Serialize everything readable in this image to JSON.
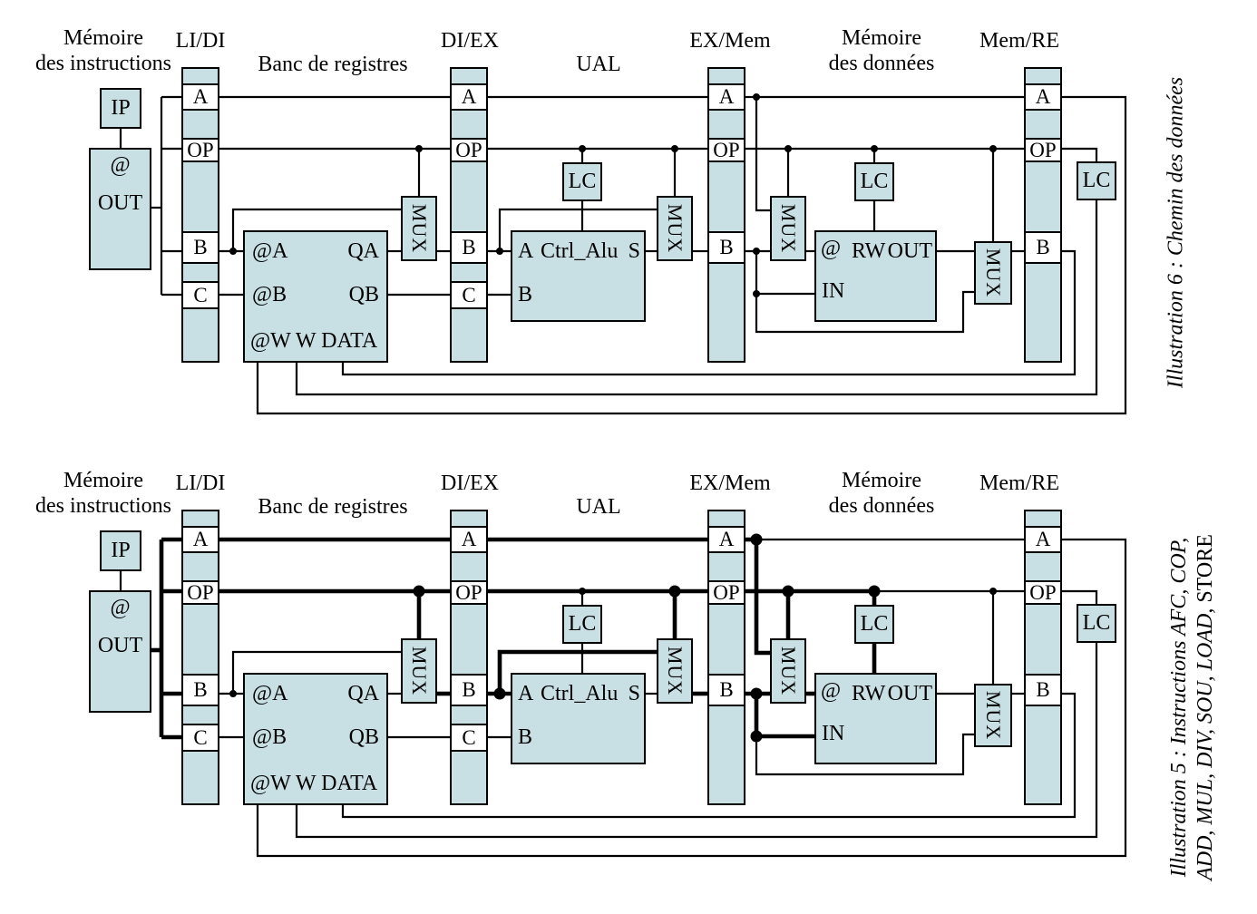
{
  "colors": {
    "box_fill": "#c8e0e4",
    "wire": "#000000",
    "background": "#ffffff"
  },
  "labels": {
    "instr_mem_line1": "Mémoire",
    "instr_mem_line2": "des instructions",
    "reg_lidi": "LI/DI",
    "bank_title": "Banc de registres",
    "reg_diex": "DI/EX",
    "ual_title": "UAL",
    "reg_exmem": "EX/Mem",
    "data_mem_line1": "Mémoire",
    "data_mem_line2": "des données",
    "reg_memre": "Mem/RE",
    "ip": "IP",
    "at_sign": "@",
    "out": "OUT",
    "field_a": "A",
    "field_op": "OP",
    "field_b": "B",
    "field_c": "C",
    "mux": "MUX",
    "lc": "LC",
    "bank_at_a": "@A",
    "bank_qa": "QA",
    "bank_at_b": "@B",
    "bank_qb": "QB",
    "bank_write": "@W W DATA",
    "ual_in_a": "A",
    "ual_ctrl": "Ctrl_Alu",
    "ual_s": "S",
    "ual_in_b": "B",
    "dmem_at": "@",
    "dmem_rw": "RW",
    "dmem_out": "OUT",
    "dmem_in": "IN"
  },
  "captions": {
    "figure6": "Illustration 6 : Chemin des données",
    "figure5_line1": "Illustration 5 : Instructions AFC, COP,",
    "figure5_line2_italic": "ADD, MUL, DIV, SOU, LOAD, ",
    "figure5_line2_regular": "STORE"
  }
}
